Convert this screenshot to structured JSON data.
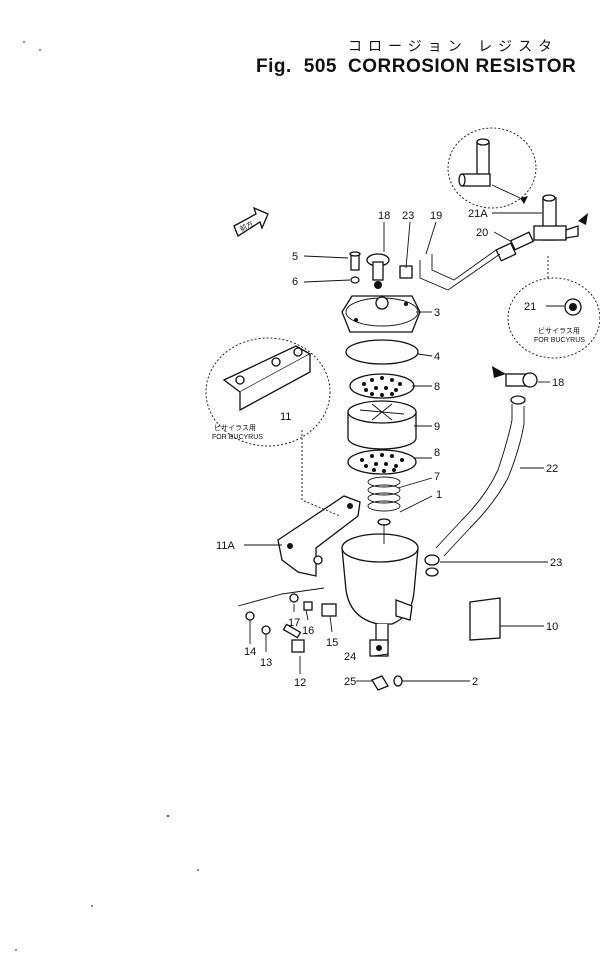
{
  "title": {
    "japanese": "コロージョン レジスタ",
    "fig_label": "Fig.",
    "fig_number": "505",
    "name": "CORROSION RESISTOR"
  },
  "parts": [
    {
      "id": "p1",
      "label": "1"
    },
    {
      "id": "p2",
      "label": "2"
    },
    {
      "id": "p3",
      "label": "3"
    },
    {
      "id": "p4",
      "label": "4"
    },
    {
      "id": "p5",
      "label": "5"
    },
    {
      "id": "p6",
      "label": "6"
    },
    {
      "id": "p7",
      "label": "7"
    },
    {
      "id": "p8a",
      "label": "8"
    },
    {
      "id": "p8b",
      "label": "8"
    },
    {
      "id": "p9",
      "label": "9"
    },
    {
      "id": "p10",
      "label": "10"
    },
    {
      "id": "p11",
      "label": "11"
    },
    {
      "id": "p11a",
      "label": "11A"
    },
    {
      "id": "p12",
      "label": "12"
    },
    {
      "id": "p13",
      "label": "13"
    },
    {
      "id": "p14",
      "label": "14"
    },
    {
      "id": "p15",
      "label": "15"
    },
    {
      "id": "p16",
      "label": "16"
    },
    {
      "id": "p17",
      "label": "17"
    },
    {
      "id": "p18a",
      "label": "18"
    },
    {
      "id": "p18b",
      "label": "18"
    },
    {
      "id": "p19",
      "label": "19"
    },
    {
      "id": "p20",
      "label": "20"
    },
    {
      "id": "p21",
      "label": "21"
    },
    {
      "id": "p21a",
      "label": "21A"
    },
    {
      "id": "p22",
      "label": "22"
    },
    {
      "id": "p23a",
      "label": "23"
    },
    {
      "id": "p23b",
      "label": "23"
    },
    {
      "id": "p24",
      "label": "24"
    },
    {
      "id": "p25",
      "label": "25"
    }
  ],
  "notes": {
    "bucyrus_right_jp": "ビサイラス用",
    "bucyrus_right_en": "FOR BUCYRUS",
    "bucyrus_left_jp": "ビサイラス用",
    "bucyrus_left_en": "FOR BUCYRUS",
    "arrow_tag": "前方"
  }
}
